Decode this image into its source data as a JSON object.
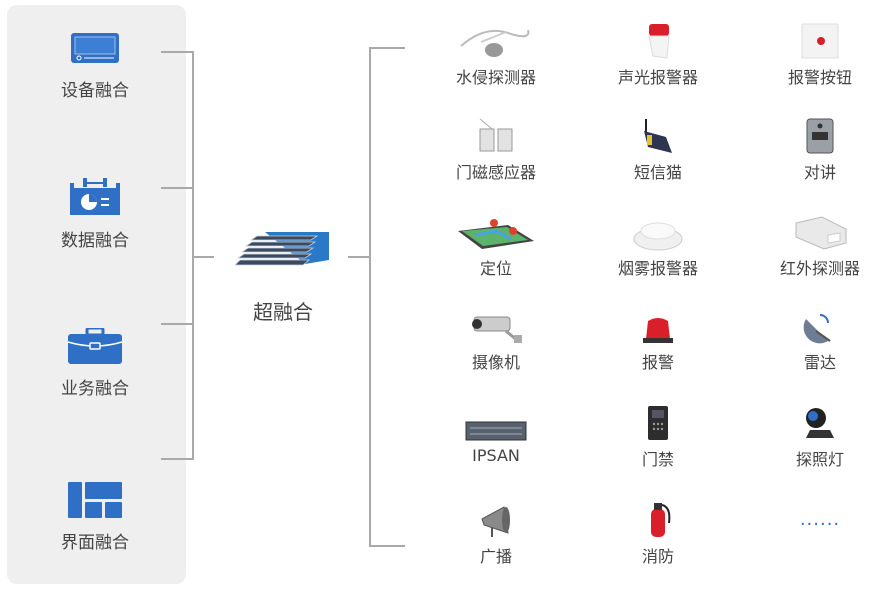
{
  "left_panel": {
    "items": [
      {
        "label": "设备融合",
        "icon": "monitor-icon"
      },
      {
        "label": "数据融合",
        "icon": "calendar-chart-icon"
      },
      {
        "label": "业务融合",
        "icon": "briefcase-icon"
      },
      {
        "label": "界面融合",
        "icon": "layout-grid-icon"
      }
    ]
  },
  "center": {
    "label": "超融合",
    "icon": "server-rack-icon"
  },
  "devices": [
    {
      "label": "水侵探测器",
      "icon": "water-sensor-icon"
    },
    {
      "label": "声光报警器",
      "icon": "strobe-siren-icon"
    },
    {
      "label": "报警按钮",
      "icon": "alarm-button-icon"
    },
    {
      "label": "门磁感应器",
      "icon": "door-magnet-icon"
    },
    {
      "label": "短信猫",
      "icon": "sms-modem-icon"
    },
    {
      "label": "对讲",
      "icon": "intercom-icon"
    },
    {
      "label": "定位",
      "icon": "map-pin-tablet-icon"
    },
    {
      "label": "烟雾报警器",
      "icon": "smoke-detector-icon"
    },
    {
      "label": "红外探测器",
      "icon": "infrared-detector-icon"
    },
    {
      "label": "摄像机",
      "icon": "camera-icon"
    },
    {
      "label": "报警",
      "icon": "alarm-light-icon"
    },
    {
      "label": "雷达",
      "icon": "radar-icon"
    },
    {
      "label": "IPSAN",
      "icon": "storage-server-icon"
    },
    {
      "label": "门禁",
      "icon": "access-control-icon"
    },
    {
      "label": "探照灯",
      "icon": "searchlight-icon"
    },
    {
      "label": "广播",
      "icon": "loudspeaker-icon"
    },
    {
      "label": "消防",
      "icon": "fire-extinguisher-icon"
    },
    {
      "label": "......",
      "icon": "more-icon"
    }
  ],
  "colors": {
    "accent": "#2f6fc6",
    "panel": "#efefef",
    "line": "#a9a9a9"
  }
}
